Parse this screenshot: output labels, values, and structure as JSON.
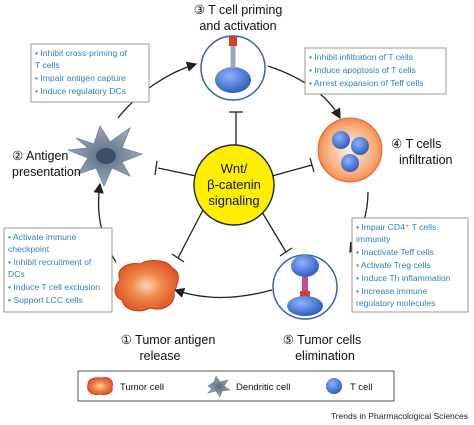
{
  "center": {
    "lines": [
      "Wnt/",
      "β-catenin",
      "signaling"
    ]
  },
  "steps": {
    "s1": {
      "lines": [
        "① Tumor antigen",
        "release"
      ]
    },
    "s2": {
      "lines": [
        "② Antigen",
        "presentation"
      ]
    },
    "s3": {
      "lines": [
        "③ T cell priming",
        "and activation"
      ]
    },
    "s4": {
      "lines": [
        "④ T cells",
        "infiltration"
      ]
    },
    "s5": {
      "lines": [
        "⑤ Tumor cells",
        "elimination"
      ]
    }
  },
  "boxes": {
    "b2": [
      "• Inhibit cross-priming of",
      "   T cells",
      "• Impair antigen capture",
      "• Induce regulatory DCs"
    ],
    "b4": [
      "• Inhibit infiltration of T cells",
      "• Induce apoptosis of T cells",
      "• Arrest expansion of Teff cells"
    ],
    "b5": [
      "• Impair CD4⁺ T cells",
      "   immunity",
      "• Inactivate Teff cells",
      "• Activate Treg cells",
      "• Induce Th inflammation",
      "• Increase immune",
      "   regulatory molecules"
    ],
    "b1": [
      "• Activate immune",
      "   checkpoint",
      "• Inhibit recruitment of",
      "   DCs",
      "• Induce T cell exclusion",
      "• Support LCC cells"
    ]
  },
  "legend": {
    "tumor": "Tumor cell",
    "dendritic": "Dendritic cell",
    "tcell": "T cell"
  },
  "credit": "Trends in Pharmacological Sciences",
  "colors": {
    "center": "#ffee00",
    "text_blue": "#2f7fc1",
    "tumor": "#e0561c",
    "tcell": "#3c6fd0"
  }
}
